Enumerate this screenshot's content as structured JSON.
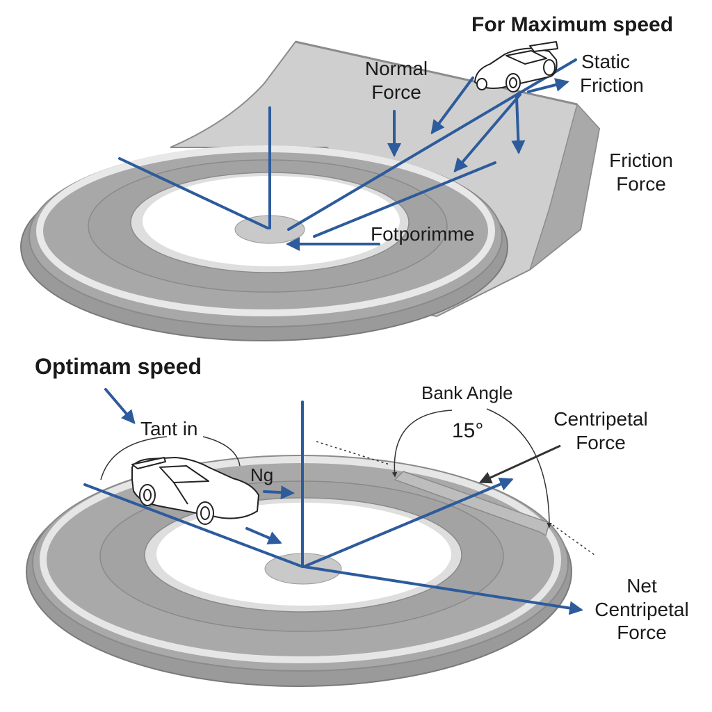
{
  "top_panel": {
    "title": "For Maximum speed",
    "normal_force": [
      "Normal",
      "Force"
    ],
    "static_friction": [
      "Static",
      "Friction"
    ],
    "friction_force": [
      "Friction",
      "Force"
    ],
    "center_label": "Fotporimme"
  },
  "bottom_panel": {
    "title": "Optimam speed",
    "tant_in": "Tant in",
    "ng": "Ng",
    "bank_angle": "Bank Angle",
    "angle_value": "15°",
    "centripetal_force": [
      "Centripetal",
      "Force"
    ],
    "net_centripetal_force": [
      "Net",
      "Centripetal",
      "Force"
    ]
  },
  "colors": {
    "vector_blue": "#2d5b9c",
    "track_gray": "#a6a6a6",
    "wall_gray": "#c8c8c8",
    "lane_white": "#e6e6e6",
    "text": "#1a1a1a"
  }
}
